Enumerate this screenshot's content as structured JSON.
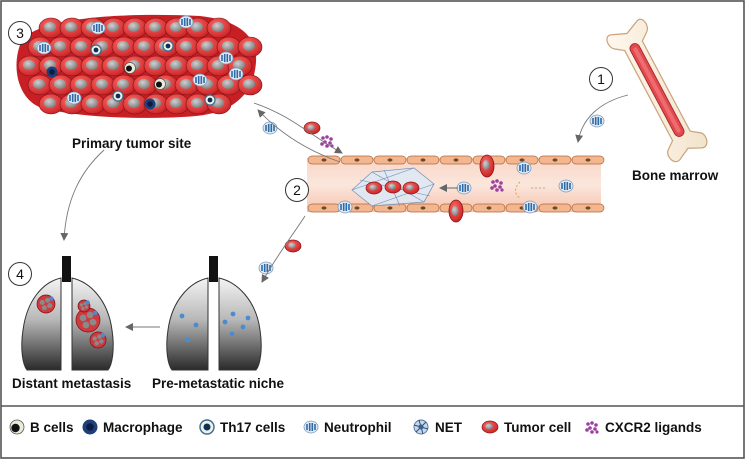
{
  "steps": {
    "s1": "1",
    "s2": "2",
    "s3": "3",
    "s4": "4"
  },
  "labels": {
    "primary_tumor": "Primary tumor site",
    "bone_marrow": "Bone marrow",
    "distant_metastasis": "Distant metastasis",
    "pre_metastatic": "Pre-metastatic niche"
  },
  "legend": [
    {
      "label": "B cells",
      "icon": "b-cell-icon"
    },
    {
      "label": "Macrophage",
      "icon": "macrophage-icon"
    },
    {
      "label": "Th17 cells",
      "icon": "th17-cell-icon"
    },
    {
      "label": "Neutrophil",
      "icon": "neutrophil-icon"
    },
    {
      "label": "NET",
      "icon": "net-icon"
    },
    {
      "label": "Tumor cell",
      "icon": "tumor-cell-icon"
    },
    {
      "label": "CXCR2 ligands",
      "icon": "cxcr2-ligands-icon"
    }
  ],
  "colors": {
    "tumor_red": "#e0262c",
    "nucleus_gray": "#9a9a9a",
    "vessel_pink": "#f7c9b8",
    "vessel_cell": "#f2b48e",
    "lung_dark": "#222222",
    "neutrophil_blue": "#3c7fbf",
    "ligand_purple": "#8a3a8f",
    "frame": "#555555"
  }
}
